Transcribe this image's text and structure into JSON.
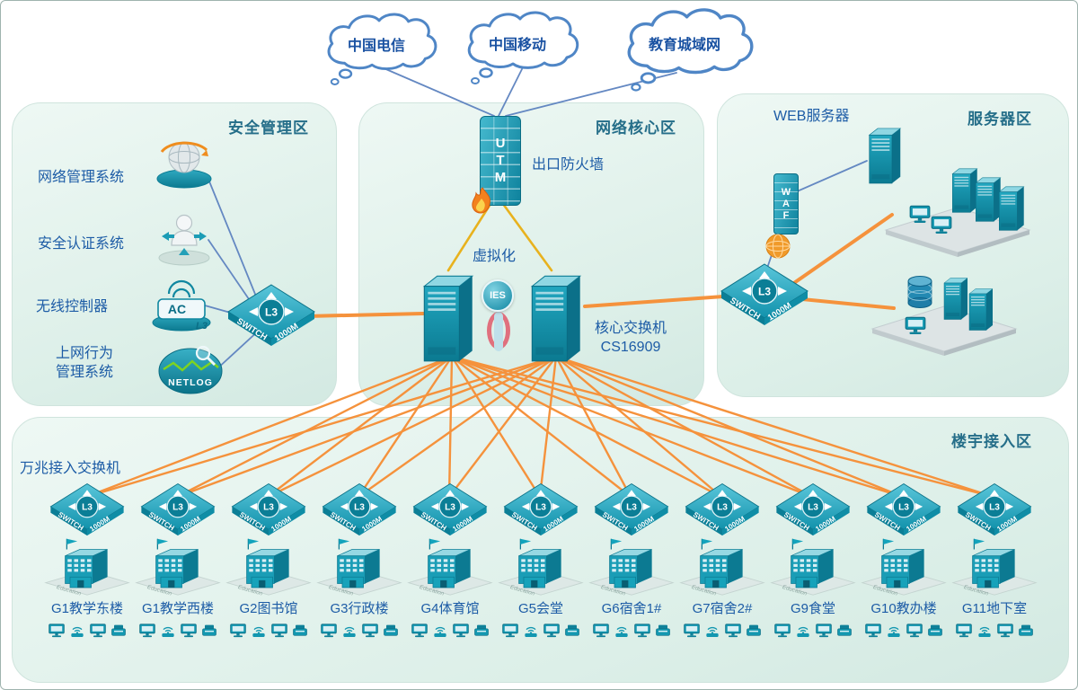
{
  "clouds": [
    {
      "label": "中国电信"
    },
    {
      "label": "中国移动"
    },
    {
      "label": "教育城域网"
    }
  ],
  "devices": {
    "switch_line1": "SWITCH",
    "switch_line2": "1000M",
    "l3_badge": "L3",
    "utm": "UTM",
    "waf": "WAF",
    "ac": "AC",
    "ac_l3": "L3",
    "netlog": "NETLOG",
    "ies": "IES",
    "education": "Education"
  },
  "zones": {
    "security": {
      "title": "安全管理区",
      "items": [
        {
          "label": "网络管理系统"
        },
        {
          "label": "安全认证系统"
        },
        {
          "label": "无线控制器"
        },
        {
          "label_line1": "上网行为",
          "label_line2": "管理系统"
        }
      ]
    },
    "core": {
      "title": "网络核心区",
      "firewall_caption": "出口防火墙",
      "virtualization_label": "虚拟化",
      "core_switch_line1": "核心交换机",
      "core_switch_line2": "CS16909"
    },
    "server": {
      "title": "服务器区",
      "web_server_label": "WEB服务器"
    },
    "building": {
      "title": "楼宇接入区",
      "access_switch_label": "万兆接入交换机",
      "buildings": [
        "G1教学东楼",
        "G1教学西楼",
        "G2图书馆",
        "G3行政楼",
        "G4体育馆",
        "G5会堂",
        "G6宿舍1#",
        "G7宿舍2#",
        "G9食堂",
        "G10教办楼",
        "G11地下室"
      ]
    }
  }
}
